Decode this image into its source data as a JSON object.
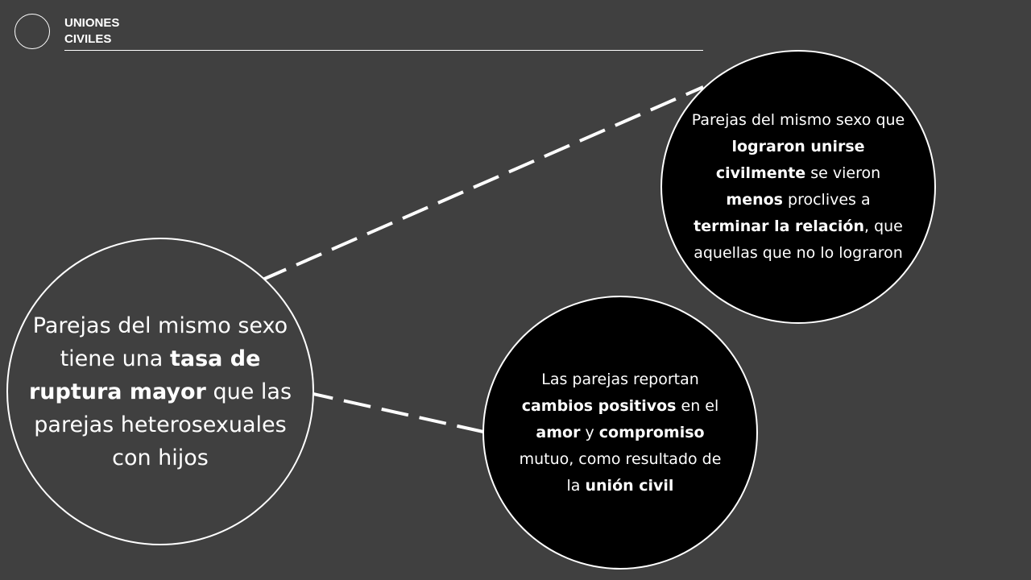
{
  "header": {
    "title_line1": "UNIONES",
    "title_line2": "CIVILES"
  },
  "diagram": {
    "main_node": {
      "segments": [
        {
          "text": "Parejas del mismo sexo tiene una ",
          "bold": false
        },
        {
          "text": "tasa de ruptura mayor",
          "bold": true
        },
        {
          "text": " que las parejas heterosexuales con hijos",
          "bold": false
        }
      ]
    },
    "top_node": {
      "segments": [
        {
          "text": "Parejas del mismo sexo que ",
          "bold": false
        },
        {
          "text": "lograron unirse civilmente",
          "bold": true
        },
        {
          "text": " se vieron ",
          "bold": false
        },
        {
          "text": "menos",
          "bold": true
        },
        {
          "text": " proclives a ",
          "bold": false
        },
        {
          "text": "terminar la relación",
          "bold": true
        },
        {
          "text": ", que aquellas que no lo lograron",
          "bold": false
        }
      ]
    },
    "bottom_node": {
      "segments": [
        {
          "text": "Las parejas reportan ",
          "bold": false
        },
        {
          "text": "cambios positivos",
          "bold": true
        },
        {
          "text": " en el ",
          "bold": false
        },
        {
          "text": "amor",
          "bold": true
        },
        {
          "text": " y ",
          "bold": false
        },
        {
          "text": "compromiso",
          "bold": true
        },
        {
          "text": " mutuo, como resultado de la ",
          "bold": false
        },
        {
          "text": "unión civil",
          "bold": true
        }
      ]
    },
    "colors": {
      "background": "#404040",
      "node_fill": "#000000",
      "stroke": "#ffffff"
    }
  }
}
